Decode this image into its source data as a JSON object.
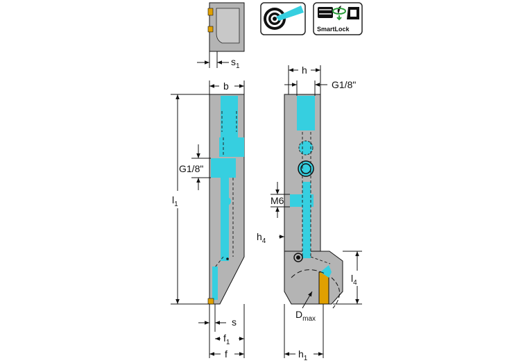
{
  "dimensions": {
    "s1": {
      "main": "s",
      "sub": "1"
    },
    "h": {
      "main": "h"
    },
    "g18_top": {
      "main": "G1/8\""
    },
    "b": {
      "main": "b"
    },
    "g18_left": {
      "main": "G1/8\""
    },
    "l1": {
      "main": "l",
      "sub": "1"
    },
    "m6": {
      "main": "M6"
    },
    "h4": {
      "main": "h",
      "sub": "4"
    },
    "l4": {
      "main": "l",
      "sub": "4"
    },
    "dmax": {
      "main": "D",
      "sub": "max"
    },
    "s": {
      "main": "s"
    },
    "f1": {
      "main": "f",
      "sub": "1"
    },
    "f": {
      "main": "f"
    },
    "h1": {
      "main": "h",
      "sub": "1"
    }
  },
  "badges": {
    "coolant": {
      "icon": "coolant-target-icon"
    },
    "smartlock": {
      "label": "SmartLock",
      "icon": "smartlock-icon"
    }
  },
  "colors": {
    "body": "#b4b4b4",
    "coolant": "#36cfe0",
    "insert": "#e0a000",
    "line": "#111111",
    "badge_border": "#222222"
  }
}
